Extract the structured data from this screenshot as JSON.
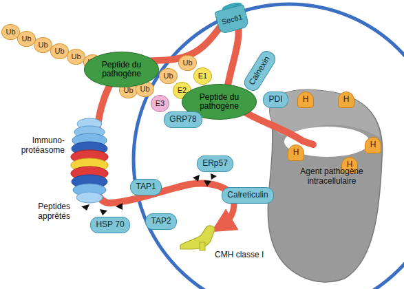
{
  "diagram": {
    "nodes": [
      {
        "text": [
          "Ub"
        ]
      },
      {
        "text": [
          "Ub"
        ]
      },
      {
        "text": [
          "Ub"
        ]
      },
      {
        "text": [
          "Ub"
        ]
      },
      {
        "text": [
          "Ub"
        ]
      },
      {
        "text": [
          "Ub"
        ]
      },
      {
        "text": [
          "Ub"
        ]
      },
      {
        "text": [
          "Ub"
        ]
      },
      {
        "text": [
          "Ub"
        ]
      },
      {
        "text": [
          "Ub"
        ]
      },
      {
        "text": [
          "Sec61"
        ]
      },
      {
        "text": [
          "E1"
        ]
      },
      {
        "text": [
          "E2"
        ]
      },
      {
        "text": [
          "E3"
        ]
      },
      {
        "text": [
          "Calnexin"
        ]
      },
      {
        "text": [
          "Peptide du pathogène"
        ]
      },
      {
        "text": [
          "PDI"
        ]
      },
      {
        "text": [
          "Peptide du pathogène"
        ]
      },
      {
        "text": [
          "GRP78"
        ]
      },
      {
        "text": [
          "H"
        ]
      },
      {
        "text": [
          "H"
        ]
      },
      {
        "text": [
          "H"
        ]
      },
      {
        "text": [
          "H"
        ]
      },
      {
        "text": [
          "H"
        ]
      },
      {
        "text": [
          "Agent pathogène intracellulaire"
        ]
      },
      {
        "text": [
          "ERp57"
        ]
      },
      {
        "text": [
          "TAP1"
        ]
      },
      {
        "text": [
          "Calreticulin"
        ]
      },
      {
        "text": [
          "TAP2"
        ]
      },
      {
        "text": [
          "HSP 70"
        ]
      }
    ],
    "labels": [
      "Immuno- protéasome",
      "Peptides apprêtés",
      "CMH classe I"
    ]
  }
}
